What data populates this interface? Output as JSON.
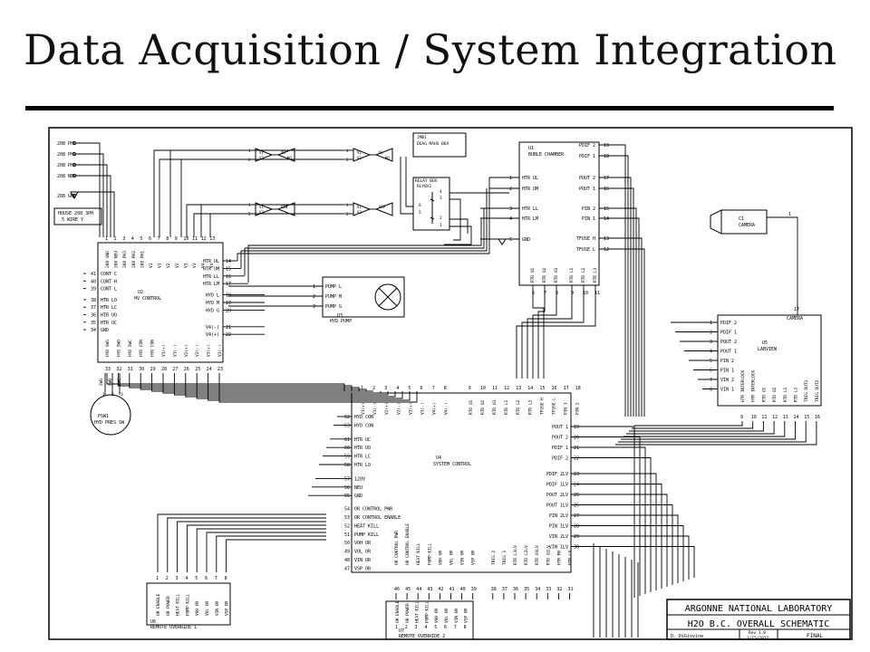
{
  "slide": {
    "title": "Data Acquisition / System Integration"
  },
  "schematic": {
    "house_power": {
      "labels": [
        "208 PH1",
        "208 PH2",
        "208 PH3",
        "208 NEU",
        "208 GND"
      ],
      "caption1": "HOUSE 208 3PH",
      "caption2": "5 WIRE Y"
    },
    "valves": [
      {
        "a": "V1",
        "b": "VH",
        "c": "NO"
      },
      {
        "a": "V1",
        "b": "VL",
        "c": "NO"
      },
      {
        "a": "V1",
        "b": "VIN",
        "c": ""
      },
      {
        "a": "V1",
        "b": "VSP",
        "c": ""
      }
    ],
    "deag_box": {
      "id": "JMB1",
      "name": "DEAG MAHS BOX"
    },
    "relay_box": {
      "name": "RELAY BOX",
      "id": "RLYBX1"
    },
    "u1": {
      "id": "U1",
      "name": "BUBLE CHAMBER",
      "left_pins": [
        {
          "n": "1",
          "l": "HTR UL"
        },
        {
          "n": "2",
          "l": "HTR UM"
        },
        {
          "n": "3",
          "l": "HTR LL"
        },
        {
          "n": "4",
          "l": "HTR LM"
        },
        {
          "n": "5",
          "l": "GND"
        }
      ],
      "right_pins": [
        {
          "l": "PDIF 2",
          "n": "19"
        },
        {
          "l": "PDIF 1",
          "n": "18"
        },
        {
          "l": "POUT 2",
          "n": "17"
        },
        {
          "l": "POUT 1",
          "n": "16"
        },
        {
          "l": "PIN 2",
          "n": "15"
        },
        {
          "l": "PIN 1",
          "n": "14"
        },
        {
          "l": "TFUSE H",
          "n": "13"
        },
        {
          "l": "TFUSE L",
          "n": "12"
        }
      ],
      "bottom_pins": [
        {
          "l": "RTD U1",
          "n": "6"
        },
        {
          "l": "RTD U2",
          "n": "7"
        },
        {
          "l": "RTD U3",
          "n": "8"
        },
        {
          "l": "RTD L1",
          "n": "9"
        },
        {
          "l": "RTD L2",
          "n": "10"
        },
        {
          "l": "RTD L3",
          "n": "11"
        }
      ]
    },
    "camera": {
      "id": "C1",
      "name": "CAMERA",
      "pin": "1"
    },
    "u2": {
      "id": "U2",
      "name": "HV CONTROL",
      "top_pins": [
        {
          "l": "208 GND",
          "n": "1"
        },
        {
          "l": "208 NEU",
          "n": "2"
        },
        {
          "l": "208 PH3",
          "n": "3"
        },
        {
          "l": "208 PH2",
          "n": "4"
        },
        {
          "l": "208 PH1",
          "n": "5"
        },
        {
          "l": "V1",
          "n": "6"
        },
        {
          "l": "V1",
          "n": "7"
        },
        {
          "l": "V2",
          "n": "8"
        },
        {
          "l": "V2",
          "n": "9"
        },
        {
          "l": "V3",
          "n": "10"
        },
        {
          "l": "V3",
          "n": "11"
        },
        {
          "l": "V4",
          "n": "12"
        },
        {
          "l": "V4",
          "n": "13"
        }
      ],
      "left_pins": [
        {
          "n": "41",
          "l": "CONT C"
        },
        {
          "n": "40",
          "l": "CONT H"
        },
        {
          "n": "39",
          "l": "CONT L"
        },
        {
          "n": "38",
          "l": "HTR LO"
        },
        {
          "n": "37",
          "l": "HTR LC"
        },
        {
          "n": "36",
          "l": "HTR UO"
        },
        {
          "n": "35",
          "l": "HTR UC"
        },
        {
          "n": "34",
          "l": "GND"
        }
      ],
      "right_pins": [
        {
          "l": "HTR UL",
          "n": "14"
        },
        {
          "l": "HTR UM",
          "n": "15"
        },
        {
          "l": "HTR LL",
          "n": "16"
        },
        {
          "l": "HTR LM",
          "n": "17"
        },
        {
          "l": "HYD L",
          "n": "18"
        },
        {
          "l": "HYD M",
          "n": "19"
        },
        {
          "l": "HYD G",
          "n": "20"
        },
        {
          "l": "V4(-)",
          "n": "21"
        },
        {
          "l": "V4(+)",
          "n": "22"
        }
      ],
      "bottom_pins": [
        {
          "l": "HYD SWG",
          "n": "33"
        },
        {
          "l": "HYD SWO",
          "n": "32"
        },
        {
          "l": "HYD SWC",
          "n": "31"
        },
        {
          "l": "HYD CON",
          "n": "30"
        },
        {
          "l": "HYD CON",
          "n": "29"
        },
        {
          "l": "V1(+)",
          "n": "28"
        },
        {
          "l": "V1(-)",
          "n": "27"
        },
        {
          "l": "V2(+)",
          "n": "26"
        },
        {
          "l": "V2(-)",
          "n": "25"
        },
        {
          "l": "V3(+)",
          "n": "24"
        },
        {
          "l": "V3(-)",
          "n": "23"
        }
      ]
    },
    "u3": {
      "id": "U3",
      "name": "HYD PUMP",
      "pins": [
        {
          "n": "1",
          "l": "PUMP L"
        },
        {
          "n": "2",
          "l": "PUMP M"
        },
        {
          "n": "3",
          "l": "PUMP G"
        }
      ]
    },
    "psw1": {
      "id": "PSW1",
      "name": "HYD PRES SW",
      "pins": [
        {
          "n": "1",
          "l": "SWG"
        },
        {
          "n": "2",
          "l": "SWO"
        },
        {
          "n": "3",
          "l": "SWC"
        }
      ]
    },
    "u4": {
      "id": "U4",
      "name": "SYSTEM CONTROL",
      "top_pins": [
        {
          "l": "V1(+)",
          "n": "1"
        },
        {
          "l": "V1(-)",
          "n": "2"
        },
        {
          "l": "V2(+)",
          "n": "3"
        },
        {
          "l": "V2(-)",
          "n": "4"
        },
        {
          "l": "V3(+)",
          "n": "5"
        },
        {
          "l": "V3(-)",
          "n": "6"
        },
        {
          "l": "V4(+)",
          "n": "7"
        },
        {
          "l": "V4(-)",
          "n": "8"
        },
        {
          "l": "RTD U1",
          "n": "9"
        },
        {
          "l": "RTD U2",
          "n": "10"
        },
        {
          "l": "RTD U3",
          "n": "11"
        },
        {
          "l": "RTD L1",
          "n": "12"
        },
        {
          "l": "RTD L2",
          "n": "13"
        },
        {
          "l": "RTD L3",
          "n": "14"
        },
        {
          "l": "TFUSE H",
          "n": "15"
        },
        {
          "l": "TFUSE L",
          "n": "16"
        },
        {
          "l": "PIN 1",
          "n": "17"
        },
        {
          "l": "PIN 2",
          "n": "18"
        }
      ],
      "left_pins": [
        {
          "n": "62",
          "l": "HYD CON"
        },
        {
          "n": "63",
          "l": "HYD CON"
        },
        {
          "n": "61",
          "l": "HTR UC"
        },
        {
          "n": "60",
          "l": "HTR UO"
        },
        {
          "n": "59",
          "l": "HTR LC"
        },
        {
          "n": "58",
          "l": "HTR LO"
        },
        {
          "n": "57",
          "l": "120V"
        },
        {
          "n": "56",
          "l": "NEU"
        },
        {
          "n": "55",
          "l": "GND"
        },
        {
          "n": "54",
          "l": "OR CONTROL PWR"
        },
        {
          "n": "53",
          "l": "OR CONTROL ENABLE"
        },
        {
          "n": "52",
          "l": "HEAT KILL"
        },
        {
          "n": "51",
          "l": "PUMP KILL"
        },
        {
          "n": "50",
          "l": "VOH OR"
        },
        {
          "n": "49",
          "l": "VOL OR"
        },
        {
          "n": "48",
          "l": "VIN OR"
        },
        {
          "n": "47",
          "l": "VSP OR"
        }
      ],
      "right_pins": [
        {
          "l": "POUT 1",
          "n": "19"
        },
        {
          "l": "POUT 2",
          "n": "20"
        },
        {
          "l": "PDIF 1",
          "n": "21"
        },
        {
          "l": "PDIF 2",
          "n": "22"
        },
        {
          "l": "PDIF 2LV",
          "n": "23"
        },
        {
          "l": "PDIF 1LV",
          "n": "24"
        },
        {
          "l": "POUT 2LV",
          "n": "25"
        },
        {
          "l": "POUT 1LV",
          "n": "26"
        },
        {
          "l": "PIN 2LV",
          "n": "27"
        },
        {
          "l": "PIN 1LV",
          "n": "28"
        },
        {
          "l": "VIN 2LV",
          "n": "29"
        },
        {
          "l": "VIN 1LV",
          "n": "30"
        }
      ],
      "bottom_pins": [
        {
          "l": "OR CONTROL PWR",
          "n": "46"
        },
        {
          "l": "OR CONTROL ENABLE",
          "n": "45"
        },
        {
          "l": "HEAT KILL",
          "n": "44"
        },
        {
          "l": "PUMP KILL",
          "n": "43"
        },
        {
          "l": "VOH OR",
          "n": "42"
        },
        {
          "l": "VOL OR",
          "n": "41"
        },
        {
          "l": "VIN OR",
          "n": "40"
        },
        {
          "l": "VSP OR",
          "n": "39"
        },
        {
          "l": "TRIG 2",
          "n": "38"
        },
        {
          "l": "TRIG 1",
          "n": "37"
        },
        {
          "l": "RTD L3LV",
          "n": "36"
        },
        {
          "l": "RTD L2LV",
          "n": "35"
        },
        {
          "l": "RTD U3LV",
          "n": "34"
        },
        {
          "l": "RTD U2LV",
          "n": "33"
        },
        {
          "l": "HTR MV",
          "n": "32"
        },
        {
          "l": "HTR LV",
          "n": "31"
        }
      ]
    },
    "u5": {
      "id": "U5",
      "name": "LABVIEW",
      "camera_label": "CAMERA",
      "camera_pin": "17",
      "left_pins": [
        {
          "n": "1",
          "l": "PDIF 2"
        },
        {
          "n": "2",
          "l": "PDIF 1"
        },
        {
          "n": "3",
          "l": "POUT 2"
        },
        {
          "n": "4",
          "l": "POUT 1"
        },
        {
          "n": "5",
          "l": "PIN 2"
        },
        {
          "n": "6",
          "l": "PIN 1"
        },
        {
          "n": "7",
          "l": "VIN 2"
        },
        {
          "n": "8",
          "l": "VIN 1"
        }
      ],
      "bottom_pins": [
        {
          "l": "HTR INTERLOCK",
          "n": "9"
        },
        {
          "l": "HTR INTERLOCK",
          "n": "10"
        },
        {
          "l": "RTD U1",
          "n": "11"
        },
        {
          "l": "RTD U2",
          "n": "12"
        },
        {
          "l": "RTD L1",
          "n": "13"
        },
        {
          "l": "RTD L2",
          "n": "14"
        },
        {
          "l": "TRIG OUT1",
          "n": "15"
        },
        {
          "l": "TRIG OUT2",
          "n": "16"
        }
      ]
    },
    "u6": {
      "id": "U6",
      "name": "REMOTE OVERRIDE 1",
      "pins": [
        {
          "n": "1",
          "l": "OR ENABLE"
        },
        {
          "n": "2",
          "l": "OR POWER"
        },
        {
          "n": "3",
          "l": "HEAT KILL"
        },
        {
          "n": "4",
          "l": "PUMP KILL"
        },
        {
          "n": "5",
          "l": "VOH OR"
        },
        {
          "n": "6",
          "l": "VOL OR"
        },
        {
          "n": "7",
          "l": "VIN OR"
        },
        {
          "n": "8",
          "l": "VSP OR"
        }
      ]
    },
    "u7": {
      "id": "U7",
      "name": "REMOTE OVERRIDE 2",
      "pins": [
        {
          "n": "1",
          "l": "OR ENABLE"
        },
        {
          "n": "2",
          "l": "OR POWER"
        },
        {
          "n": "3",
          "l": "HEAT KILL"
        },
        {
          "n": "4",
          "l": "PUMP KILL"
        },
        {
          "n": "5",
          "l": "VOH OR"
        },
        {
          "n": "6",
          "l": "VOL OR"
        },
        {
          "n": "7",
          "l": "VIN OR"
        },
        {
          "n": "8",
          "l": "VSP OR"
        }
      ]
    },
    "title_block": {
      "org": "ARGONNE NATIONAL LABORATORY",
      "title": "H2O B.C. OVERALL SCHEMATIC",
      "author": "D. DiGiovine",
      "rev": "Rev 1.0",
      "date": "3/15/2012",
      "status": "FINAL"
    }
  }
}
